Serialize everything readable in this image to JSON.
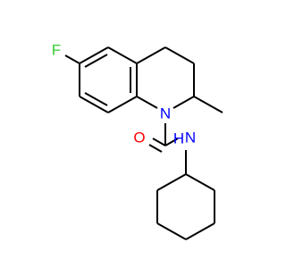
{
  "molecule": {
    "atoms": {
      "fluorine": "F",
      "ring_nitrogen": "N",
      "amide_oxygen": "O",
      "amide_nitrogen": "N",
      "amide_hydrogen": "H"
    },
    "colors": {
      "bond": "#000000",
      "F": "#33cc33",
      "N": "#0000ff",
      "O": "#ff0000"
    }
  }
}
